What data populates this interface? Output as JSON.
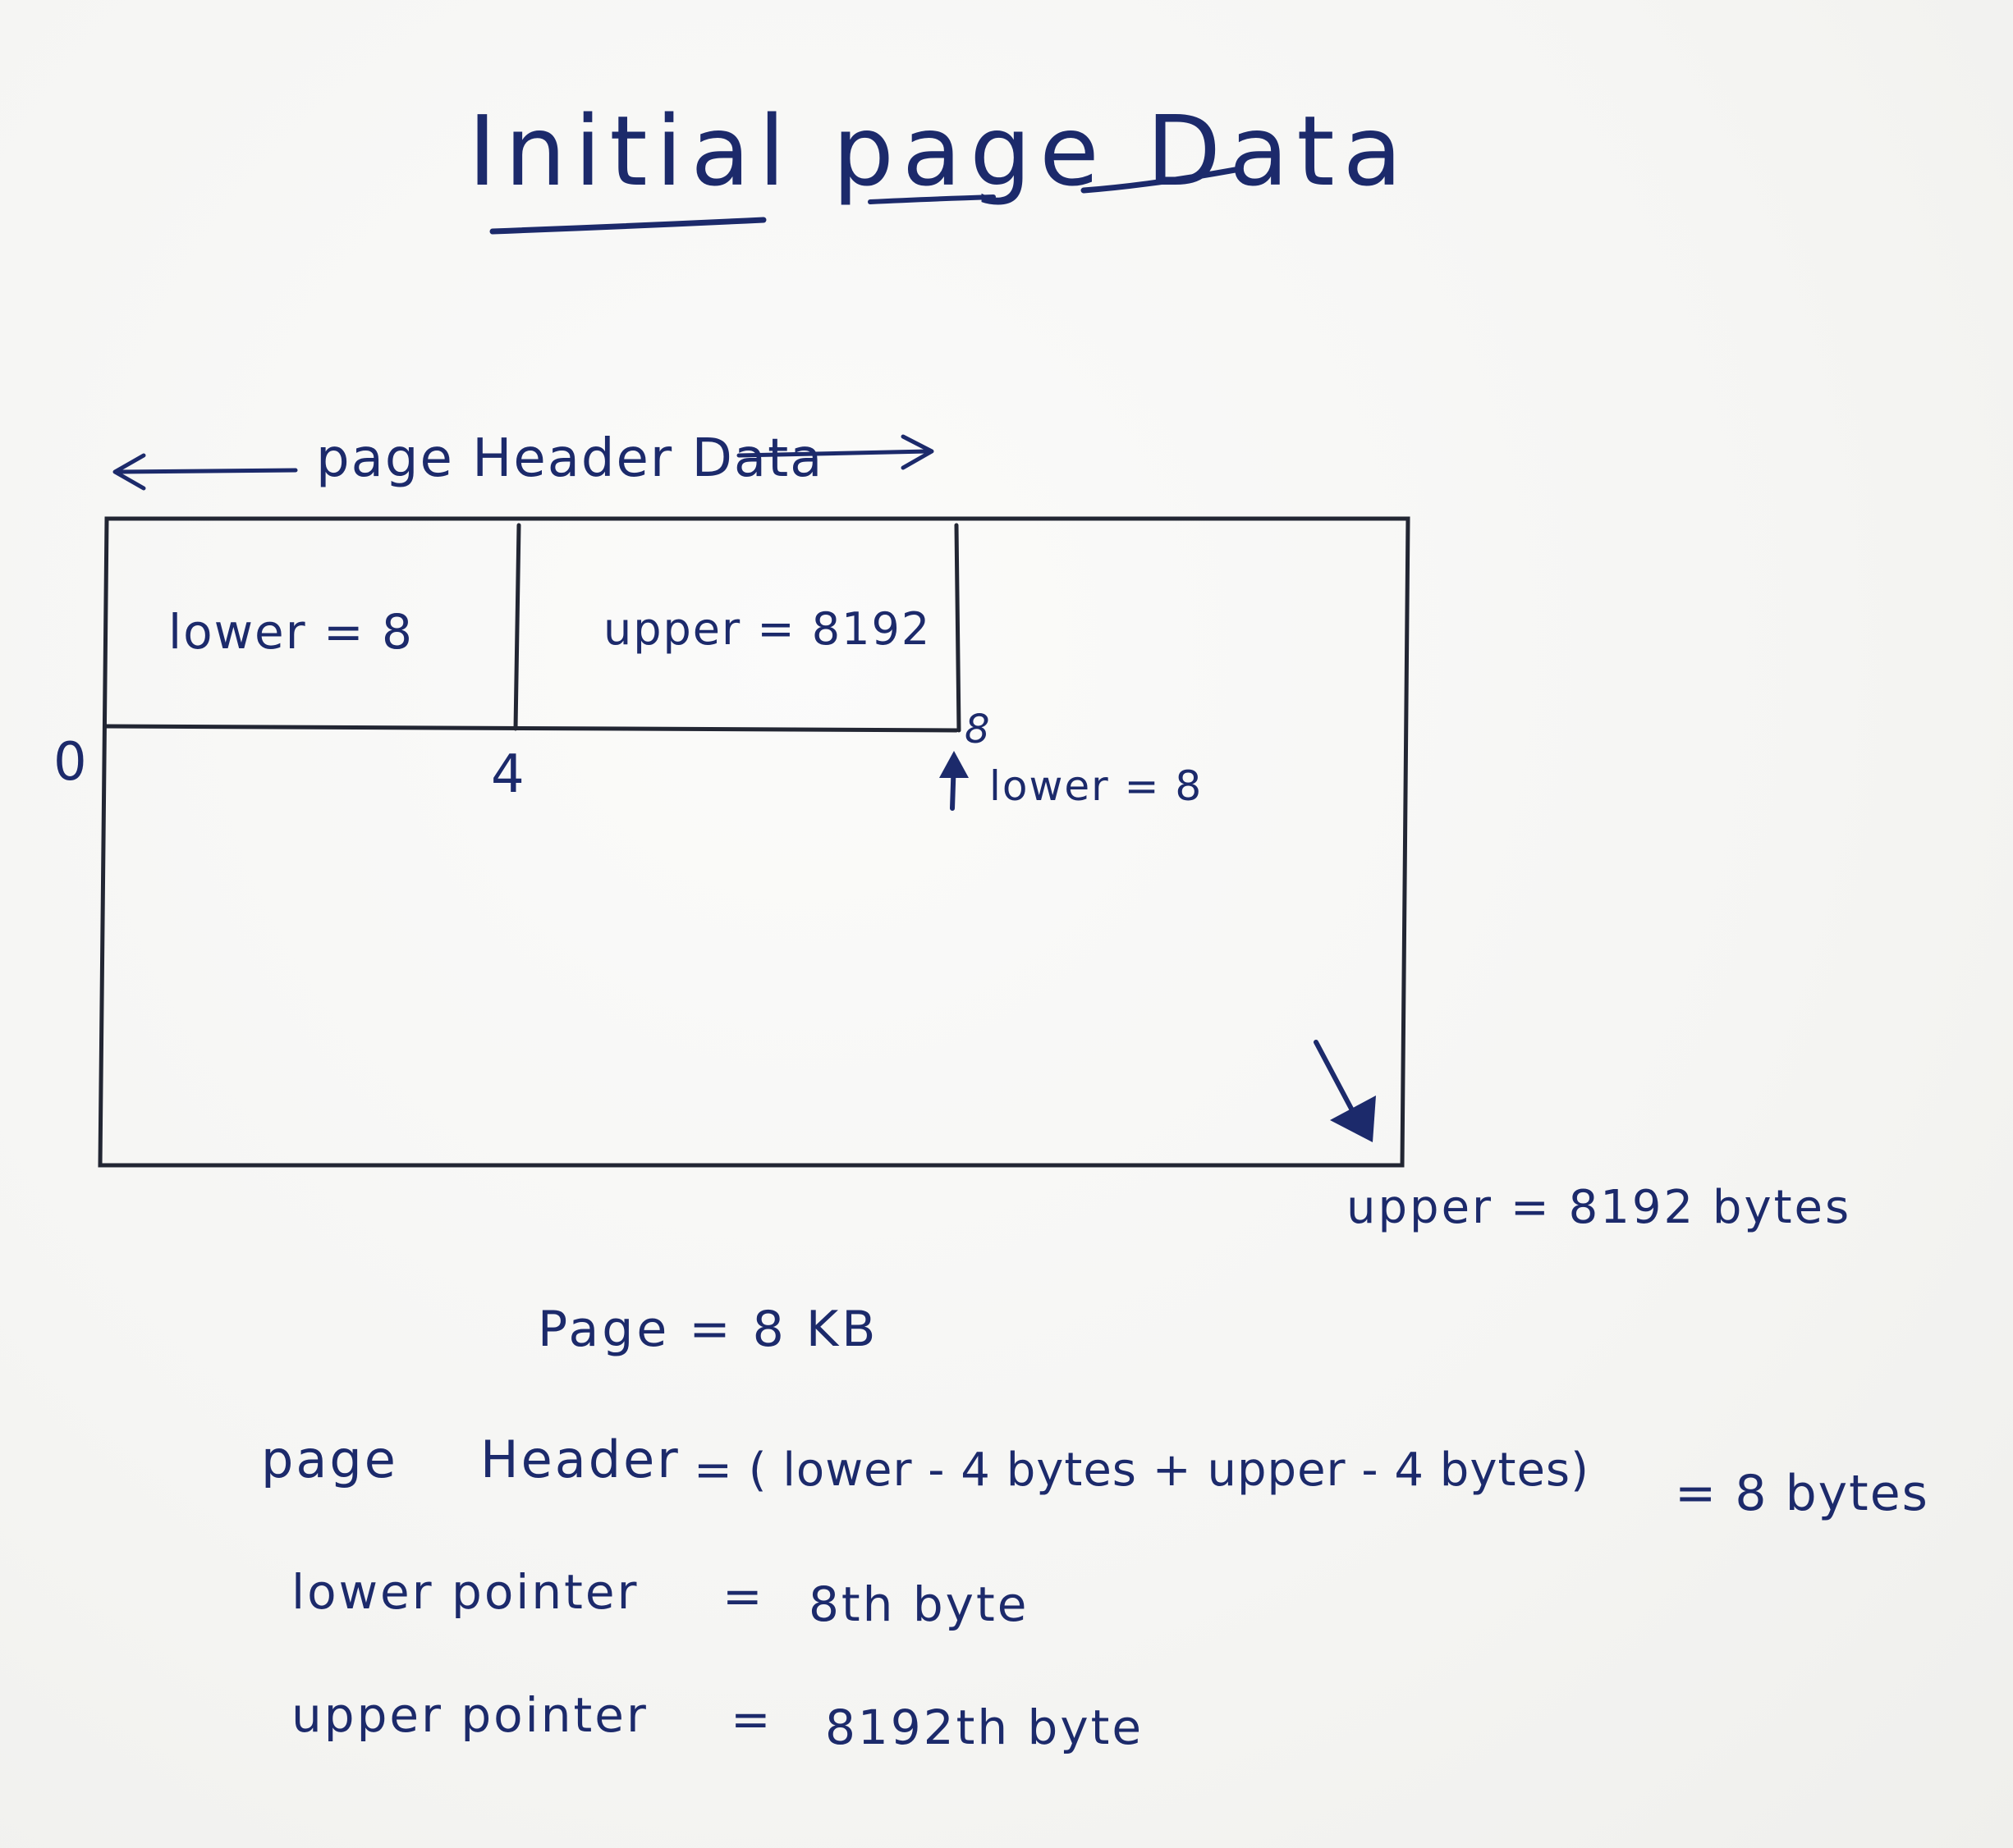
{
  "title": "Initial page Data",
  "header_span_label": "page Header Data",
  "cells": {
    "lower_cell": "lower = 8",
    "upper_cell": "upper = 8192"
  },
  "offsets": {
    "zero": "0",
    "four": "4",
    "eight": "8"
  },
  "lower_marker": "lower = 8",
  "upper_marker": "upper = 8192 bytes",
  "notes": {
    "page_size": "Page = 8 KB",
    "header_name": "page",
    "header_word": "Header",
    "header_equation": "= ( lower - 4 bytes + upper - 4 bytes)",
    "header_result": "= 8 bytes",
    "lower_label": "lower pointer",
    "lower_eq": "=",
    "lower_value": "8th byte",
    "upper_label": "upper pointer",
    "upper_eq": "=",
    "upper_value": "8192th byte"
  },
  "colors": {
    "ink": "#1c2a6b",
    "box": "#222633",
    "paper": "#f6f6f4"
  }
}
